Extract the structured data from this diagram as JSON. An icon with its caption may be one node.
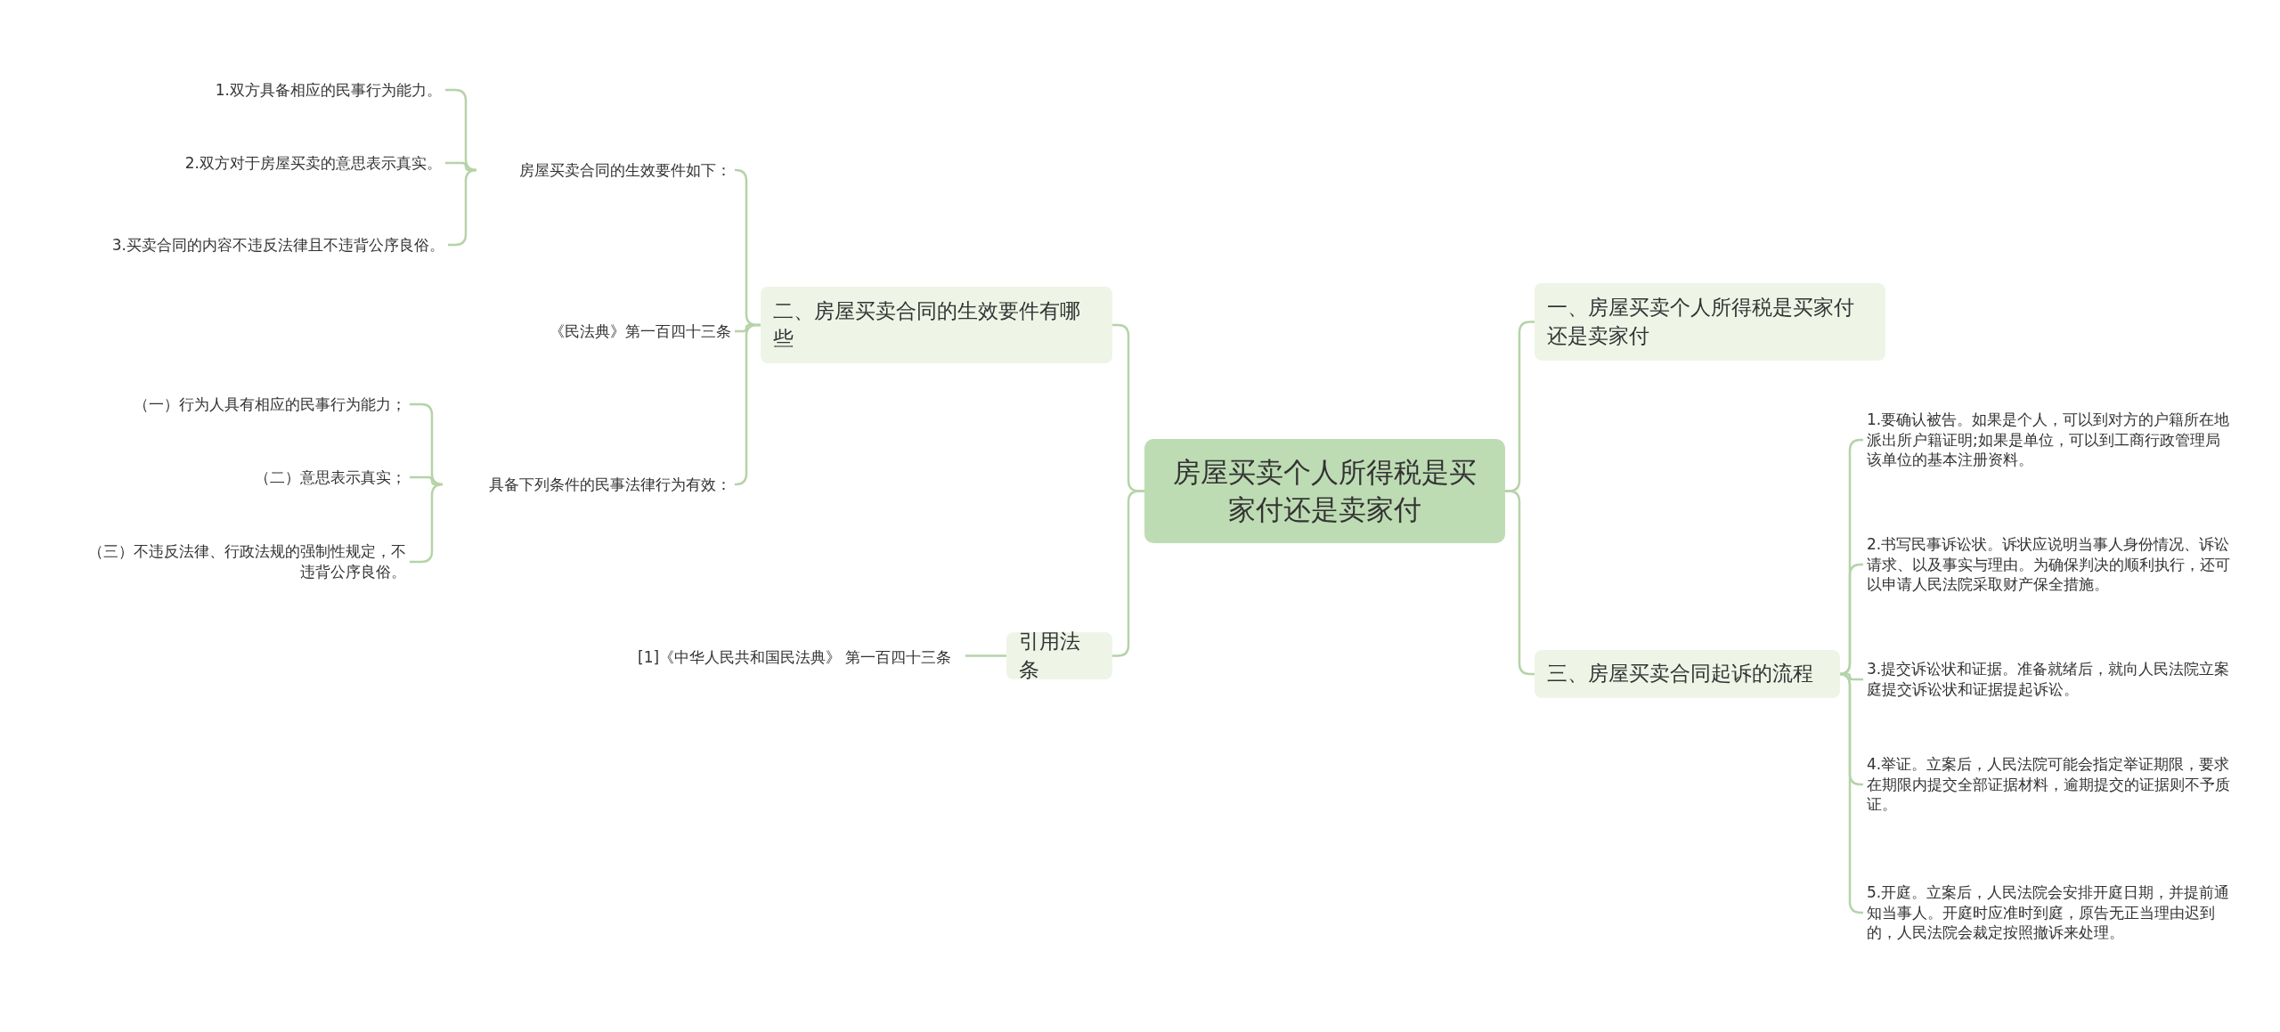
{
  "diagram": {
    "nodes": [
      {
        "text": [
          "房屋买卖个人所得税是买家付还是卖家付"
        ]
      },
      {
        "text": [
          "一、房屋买卖个人所得税是买家付还是卖家付"
        ]
      },
      {
        "text": [
          "三、房屋买卖合同起诉的流程"
        ]
      },
      {
        "text": [
          "1.要确认被告。如果是个人，可以到对方的户籍所在地派出所户籍证明;如果是单位，可以到工商行政管理局该单位的基本注册资料。"
        ]
      },
      {
        "text": [
          "2.书写民事诉讼状。诉状应说明当事人身份情况、诉讼请求、以及事实与理由。为确保判决的顺利执行，还可以申请人民法院采取财产保全措施。"
        ]
      },
      {
        "text": [
          "3.提交诉讼状和证据。准备就绪后，就向人民法院立案庭提交诉讼状和证据提起诉讼。"
        ]
      },
      {
        "text": [
          "4.举证。立案后，人民法院可能会指定举证期限，要求在期限内提交全部证据材料，逾期提交的证据则不予质证。"
        ]
      },
      {
        "text": [
          "5.开庭。立案后，人民法院会安排开庭日期，并提前通知当事人。开庭时应准时到庭，原告无正当理由迟到的，人民法院会裁定按照撤诉来处理。"
        ]
      },
      {
        "text": [
          "二、房屋买卖合同的生效要件有哪些"
        ]
      },
      {
        "text": [
          "引用法条"
        ]
      },
      {
        "text": [
          "房屋买卖合同的生效要件如下："
        ]
      },
      {
        "text": [
          "《民法典》第一百四十三条"
        ]
      },
      {
        "text": [
          "具备下列条件的民事法律行为有效："
        ]
      },
      {
        "text": [
          "1.双方具备相应的民事行为能力。"
        ]
      },
      {
        "text": [
          "2.双方对于房屋买卖的意思表示真实。"
        ]
      },
      {
        "text": [
          "3.买卖合同的内容不违反法律且不违背公序良俗。"
        ]
      },
      {
        "text": [
          "（一）行为人具有相应的民事行为能力；"
        ]
      },
      {
        "text": [
          "（二）意思表示真实；"
        ]
      },
      {
        "text": [
          "（三）不违反法律、行政法规的强制性规定，不违背公序良俗。"
        ]
      },
      {
        "text": [
          "[1]《中华人民共和国民法典》 第一百四十三条"
        ]
      }
    ],
    "edges": [
      {
        "from": 0,
        "to": 1,
        "arrow": "none"
      },
      {
        "from": 0,
        "to": 2,
        "arrow": "none"
      },
      {
        "from": 2,
        "to": 3,
        "arrow": "none"
      },
      {
        "from": 2,
        "to": 4,
        "arrow": "none"
      },
      {
        "from": 2,
        "to": 5,
        "arrow": "none"
      },
      {
        "from": 2,
        "to": 6,
        "arrow": "none"
      },
      {
        "from": 2,
        "to": 7,
        "arrow": "none"
      },
      {
        "from": 0,
        "to": 8,
        "arrow": "none"
      },
      {
        "from": 0,
        "to": 9,
        "arrow": "none"
      },
      {
        "from": 8,
        "to": 10,
        "arrow": "none"
      },
      {
        "from": 8,
        "to": 11,
        "arrow": "none"
      },
      {
        "from": 8,
        "to": 12,
        "arrow": "none"
      },
      {
        "from": 10,
        "to": 13,
        "arrow": "none"
      },
      {
        "from": 10,
        "to": 14,
        "arrow": "none"
      },
      {
        "from": 10,
        "to": 15,
        "arrow": "none"
      },
      {
        "from": 12,
        "to": 16,
        "arrow": "none"
      },
      {
        "from": 12,
        "to": 17,
        "arrow": "none"
      },
      {
        "from": 12,
        "to": 18,
        "arrow": "none"
      },
      {
        "from": 9,
        "to": 19,
        "arrow": "none"
      }
    ]
  }
}
